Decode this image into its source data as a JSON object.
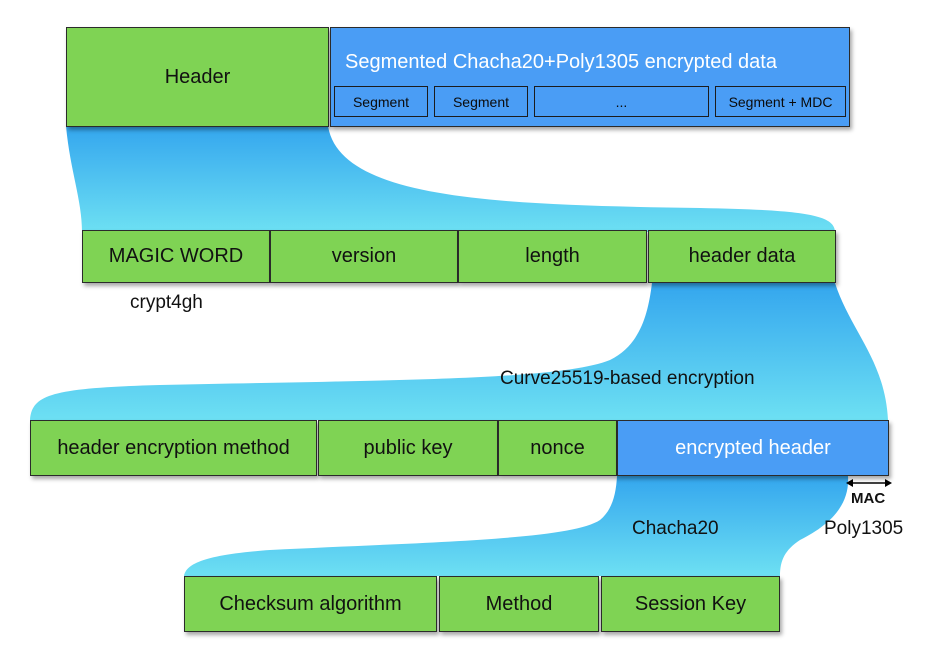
{
  "colors": {
    "green": "#7fd354",
    "blue": "#4a9df5",
    "funnel": "#55cdf0"
  },
  "file": {
    "header": "Header",
    "data_title": "Segmented Chacha20+Poly1305 encrypted data",
    "segments": [
      "Segment",
      "Segment",
      "...",
      "Segment + MDC"
    ]
  },
  "header_fields": [
    "MAGIC WORD",
    "version",
    "length",
    "header data"
  ],
  "magic_note": "crypt4gh",
  "curve_label": "Curve25519-based encryption",
  "header_data_fields": [
    "header encryption method",
    "public key",
    "nonce",
    "encrypted header"
  ],
  "mac": {
    "arrow": "mac-arrow-icon",
    "label": "MAC",
    "algo": "Poly1305"
  },
  "chacha_label": "Chacha20",
  "encrypted_fields": [
    "Checksum algorithm",
    "Method",
    "Session Key"
  ]
}
